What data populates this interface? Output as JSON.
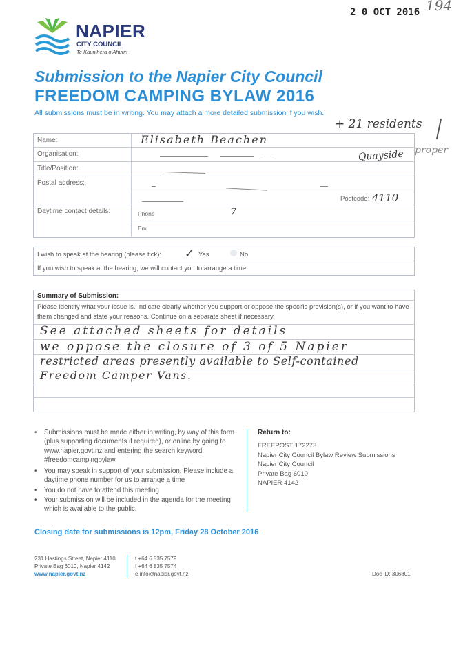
{
  "stamp": {
    "date": "2 0 OCT 2016",
    "ref": "194"
  },
  "logo": {
    "name": "NAPIER",
    "line2": "CITY COUNCIL",
    "tagline": "Te Kaunihera o Ahuriri"
  },
  "heading": {
    "line1": "Submission to the Napier City Council",
    "line2": "FREEDOM CAMPING BYLAW 2016",
    "note": "All submissions must be in writing. You may attach a more detailed submission if you wish."
  },
  "annotation": {
    "residents": "+ 21 residents",
    "quayside": "Quayside",
    "proper": "proper"
  },
  "form": {
    "name_label": "Name:",
    "name_value": "Elisabeth Beachen",
    "org_label": "Organisation:",
    "title_label": "Title/Position:",
    "postal_label": "Postal address:",
    "postcode_label": "Postcode:",
    "postcode_value": "4110",
    "contact_label": "Daytime contact details:",
    "phone_label": "Phone",
    "phone_value": "7",
    "email_label": "Em"
  },
  "hearing": {
    "question": "I wish to speak at the hearing (please tick):",
    "tick": "✓",
    "yes": "Yes",
    "no": "No",
    "note": "If you wish to speak at the hearing, we will contact you to arrange a time."
  },
  "summary": {
    "title": "Summary of Submission:",
    "instructions": "Please identify what your issue is. Indicate clearly whether you support or oppose the specific provision(s), or if you want to have them changed and state your reasons. Continue on a separate sheet if necessary.",
    "lines": [
      "See attached sheets for details",
      "we oppose the closure of 3 of 5 Napier",
      "restricted areas presently available to Self-contained",
      "Freedom Camper Vans."
    ]
  },
  "info": {
    "bullets": [
      "Submissions must be made either in writing, by way of this form (plus supporting documents if required), or online by going to www.napier.govt.nz and entering the search keyword: #freedomcampingbylaw",
      "You may speak in support of your submission. Please include a daytime phone number for us to arrange a time",
      "You do not have to attend this meeting",
      "Your submission will be included in the agenda for the meeting which is available to the public."
    ],
    "return_title": "Return to:",
    "return_lines": [
      "FREEPOST 172273",
      "Napier City Council Bylaw Review Submissions",
      "Napier City Council",
      "Private Bag 6010",
      "NAPIER 4142"
    ]
  },
  "closing": "Closing date for submissions is 12pm, Friday 28 October 2016",
  "footer": {
    "addr1": "231 Hastings Street, Napier 4110",
    "addr2": "Private Bag 6010, Napier 4142",
    "web": "www.napier.govt.nz",
    "tel": "t +64 6 835 7579",
    "fax": "f +64 6 835 7574",
    "email": "e info@napier.govt.nz",
    "doc": "Doc ID: 306801"
  },
  "colors": {
    "accent": "#2c8fd6",
    "logo_green": "#4cb848",
    "logo_blue": "#2a9ad6"
  }
}
